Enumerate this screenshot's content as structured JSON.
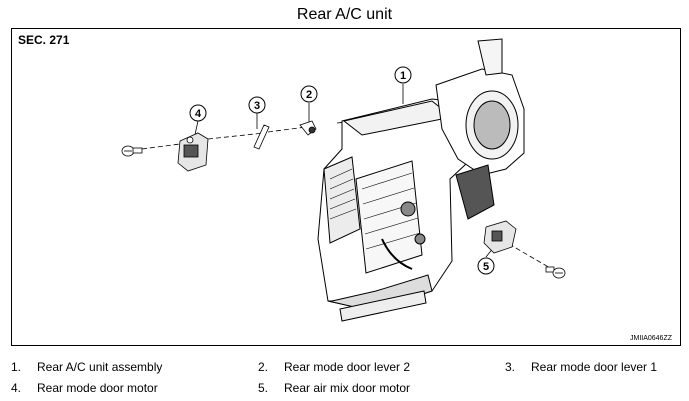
{
  "title": "Rear A/C unit",
  "section": "SEC. 271",
  "figure_code": "JMIIA0646ZZ",
  "callouts": [
    "1",
    "2",
    "3",
    "4",
    "5"
  ],
  "legend": [
    {
      "num": "1.",
      "label": "Rear A/C unit assembly"
    },
    {
      "num": "2.",
      "label": "Rear mode door lever 2"
    },
    {
      "num": "3.",
      "label": "Rear mode door lever 1"
    },
    {
      "num": "4.",
      "label": "Rear mode door motor"
    },
    {
      "num": "5.",
      "label": "Rear air mix door motor"
    }
  ]
}
